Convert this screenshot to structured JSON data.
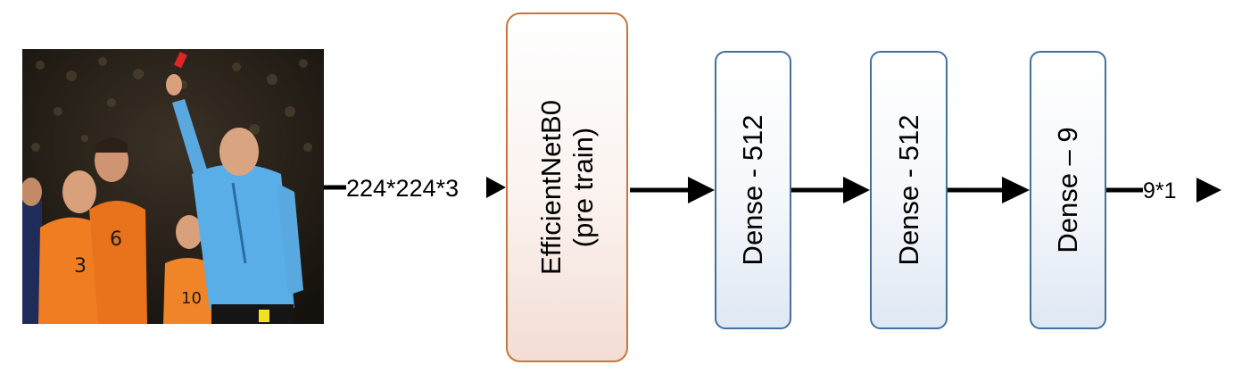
{
  "input_image": {
    "alt": "",
    "jersey_numbers": [
      "3",
      "6",
      "10"
    ]
  },
  "input_shape": "224*224*3",
  "blocks": [
    {
      "id": "backbone",
      "line1": "EfficientNetB0",
      "line2": "(pre train)"
    },
    {
      "id": "dense1",
      "line1": "Dense - 512"
    },
    {
      "id": "dense2",
      "line1": "Dense - 512"
    },
    {
      "id": "dense3",
      "line1": "Dense – 9"
    }
  ],
  "output_shape": "9*1",
  "colors": {
    "backbone_border": "#c5773e",
    "dense_border": "#41719c",
    "arrow": "#000000"
  }
}
